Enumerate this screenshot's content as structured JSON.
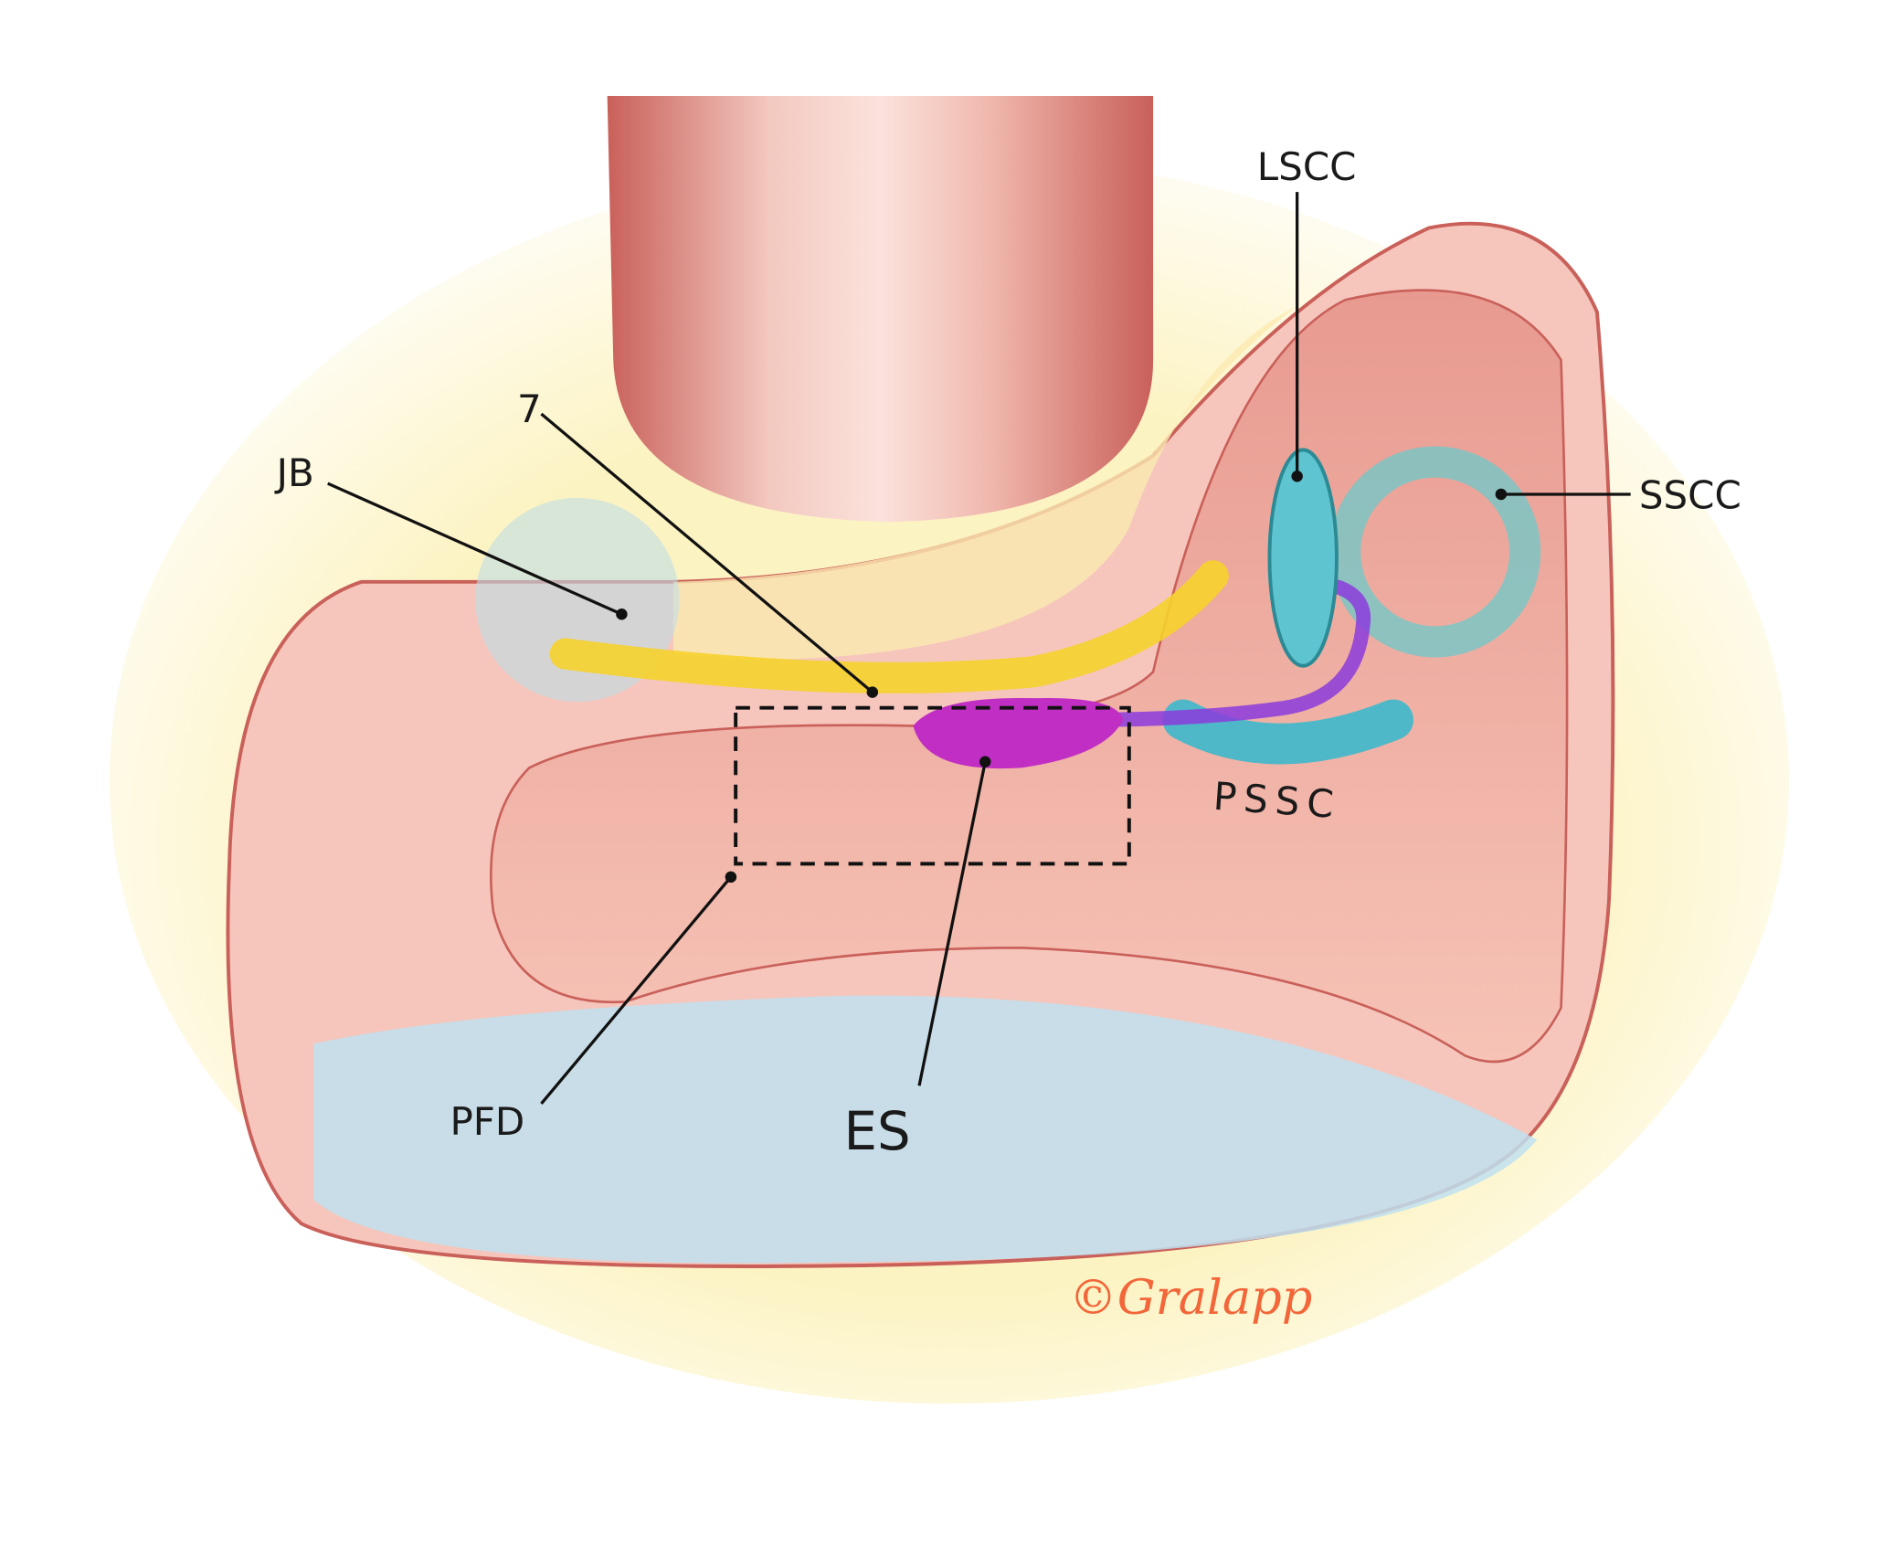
{
  "labels": {
    "lscc": "LSCC",
    "sscc": "SSCC",
    "seven": "7",
    "jb": "JB",
    "pssc": "PSSC",
    "pfd": "PFD",
    "es": "ES"
  },
  "signature": "©Gralapp",
  "colors": {
    "bone": "#f2b4a8",
    "bone_edge": "#c9605a",
    "nerve": "#f5d22c",
    "canal": "#5ec4cf",
    "endolymphatic_sac": "#c02ec4",
    "dura_blue": "#bfe0ee",
    "signature": "#f2663a"
  }
}
